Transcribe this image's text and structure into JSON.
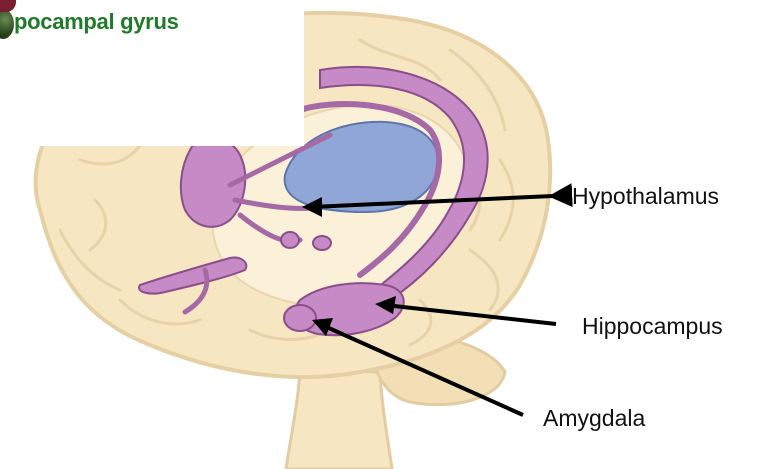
{
  "top_caption": "pocampal gyrus",
  "labels": {
    "hypothalamus": "Hypothalamus",
    "hippocampus": "Hippocampus",
    "amygdala": "Amygdala"
  },
  "colors": {
    "brain": "#f6e6c2",
    "brain_outline": "#e6cfa3",
    "limbic": "#c68bc6",
    "limbic_dark": "#8a4f8a",
    "ventricle": "#8fa6d6",
    "caption": "#1f7a2a"
  }
}
